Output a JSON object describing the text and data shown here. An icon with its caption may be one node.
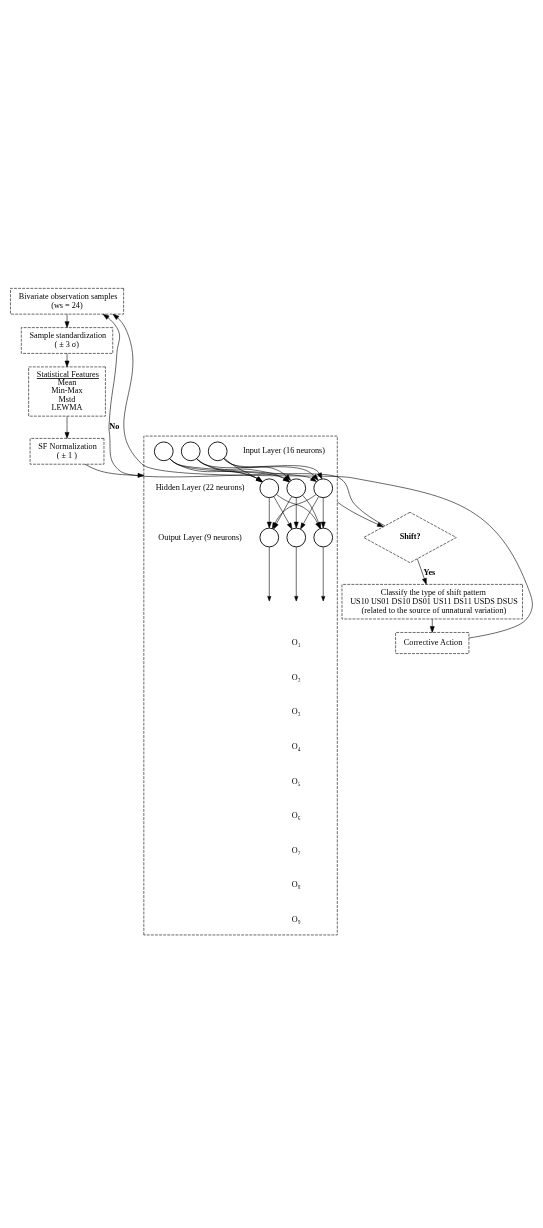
{
  "diagram": {
    "nodes": [
      {
        "text": [
          "Bivariate observation samples",
          "(ws = 24)"
        ]
      },
      {
        "text": [
          "Sample standardization",
          "( ± 3 σ)"
        ]
      },
      {
        "text": [
          "Statistical Features",
          "Mean",
          "Min-Max",
          "Mstd",
          "LEWMA"
        ]
      },
      {
        "text": [
          "SF Normalization",
          "( ± 1 )"
        ]
      },
      {
        "text": [],
        "shape": "box"
      },
      {
        "text": [],
        "shape": "circle",
        "in": 4
      },
      {
        "text": [],
        "shape": "circle",
        "in": 4
      },
      {
        "text": [],
        "shape": "circle",
        "in": 4
      },
      {
        "text": [],
        "shape": "circle",
        "in": 4
      },
      {
        "text": [],
        "shape": "circle",
        "in": 4
      },
      {
        "text": [],
        "shape": "circle",
        "in": 4
      },
      {
        "text": [],
        "shape": "circle",
        "in": 4
      },
      {
        "text": [],
        "shape": "circle",
        "in": 4
      },
      {
        "text": [],
        "shape": "circle",
        "in": 4
      },
      {
        "text": [
          "Shift?"
        ]
      },
      {
        "text": [
          "Classify the type of shift pattern",
          "US10 US01 DS10 DS01 US11 DS11 USDS DSUS",
          "(related to the source of unnatural variation)"
        ]
      },
      {
        "text": [
          "Corrective Action"
        ]
      }
    ],
    "edges": [
      {
        "from": 0,
        "to": 1,
        "arrow": "to"
      },
      {
        "from": 1,
        "to": 2,
        "arrow": "to"
      },
      {
        "from": 2,
        "to": 3,
        "arrow": "to"
      },
      {
        "from": 3,
        "to": 4,
        "arrow": "to"
      },
      {
        "from": 5,
        "to": 8,
        "arrow": "to"
      },
      {
        "from": 5,
        "to": 9,
        "arrow": "to"
      },
      {
        "from": 5,
        "to": 10,
        "arrow": "to"
      },
      {
        "from": 6,
        "to": 8,
        "arrow": "to"
      },
      {
        "from": 6,
        "to": 9,
        "arrow": "to"
      },
      {
        "from": 6,
        "to": 10,
        "arrow": "to"
      },
      {
        "from": 7,
        "to": 8,
        "arrow": "to"
      },
      {
        "from": 7,
        "to": 9,
        "arrow": "to"
      },
      {
        "from": 7,
        "to": 10,
        "arrow": "to"
      },
      {
        "from": 8,
        "to": 11,
        "arrow": "to"
      },
      {
        "from": 8,
        "to": 12,
        "arrow": "to"
      },
      {
        "from": 8,
        "to": 13,
        "arrow": "to"
      },
      {
        "from": 9,
        "to": 11,
        "arrow": "to"
      },
      {
        "from": 9,
        "to": 12,
        "arrow": "to"
      },
      {
        "from": 9,
        "to": 13,
        "arrow": "to"
      },
      {
        "from": 10,
        "to": 11,
        "arrow": "to"
      },
      {
        "from": 10,
        "to": 12,
        "arrow": "to"
      },
      {
        "from": 10,
        "to": 13,
        "arrow": "to"
      },
      {
        "from": 11,
        "to": null,
        "arrow": "to"
      },
      {
        "from": 12,
        "to": null,
        "arrow": "to"
      },
      {
        "from": 13,
        "to": null,
        "arrow": "to"
      },
      {
        "from": 4,
        "to": 14,
        "arrow": "to"
      },
      {
        "from": 14,
        "to": 0,
        "arrow": "to",
        "label": "No"
      },
      {
        "from": 14,
        "to": 15,
        "arrow": "to",
        "label": "Yes"
      },
      {
        "from": 15,
        "to": 16,
        "arrow": "to"
      },
      {
        "from": 16,
        "to": 0,
        "arrow": "to"
      }
    ],
    "labels": [
      "Input Layer (16 neurons)",
      "Hidden Layer (22 neurons)",
      "Output Layer (9 neurons)",
      "O₁",
      "O₂",
      "O₃",
      "O₄",
      "O₅",
      "O₆",
      "O₇",
      "O₈",
      "O₉"
    ]
  }
}
